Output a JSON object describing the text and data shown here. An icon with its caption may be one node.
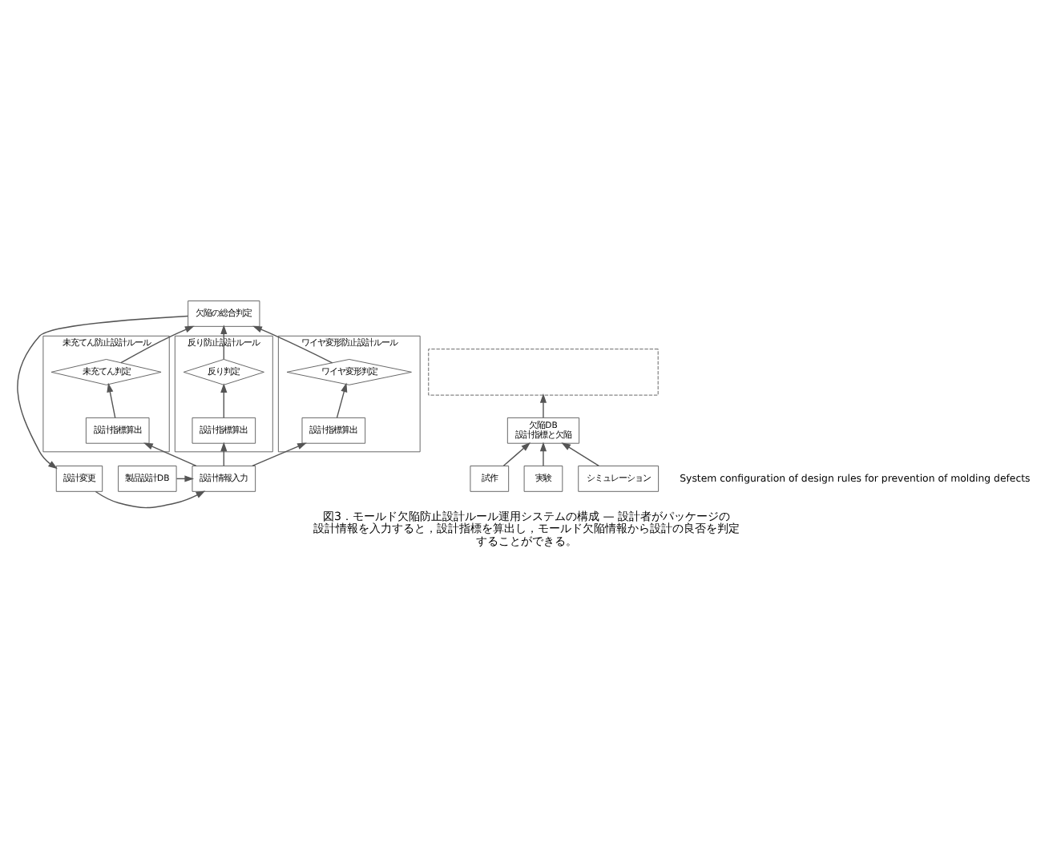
{
  "diagram": {
    "caption": "図3．モールド欠陥防止設計ルール運用システムの構成 — 設計者がパッケージの設計情報を入力すると，設計指標を算出し，モールド欠陥情報から設計の良否を判定することができる。",
    "nodes": [
      {
        "text": [
          "欠陥の総合判定"
        ]
      },
      {
        "text": [
          "未充てん防止設計ルール"
        ]
      },
      {
        "text": [
          "未充てん判定"
        ],
        "in": 1
      },
      {
        "text": [
          "設計指標算出"
        ],
        "in": 1
      },
      {
        "text": [
          "反り防止設計ルール"
        ]
      },
      {
        "text": [
          "反り判定"
        ],
        "in": 4
      },
      {
        "text": [
          "設計指標算出"
        ],
        "in": 4
      },
      {
        "text": [
          "ワイヤ変形防止設計ルール"
        ]
      },
      {
        "text": [
          "ワイヤ変形判定"
        ],
        "in": 7
      },
      {
        "text": [
          "設計指標算出"
        ],
        "in": 7
      },
      {
        "text": [],
        "shape": "box"
      },
      {
        "text": [
          "欠陥DB",
          "設計指標と欠陥"
        ]
      },
      {
        "text": [
          "試作"
        ]
      },
      {
        "text": [
          "実験"
        ]
      },
      {
        "text": [
          "シミュレーション"
        ]
      },
      {
        "text": [
          "設計変更"
        ]
      },
      {
        "text": [
          "設計情報入力"
        ]
      },
      {
        "text": [
          "製品設計DB"
        ]
      }
    ],
    "edges": [
      {
        "from": 2,
        "to": 0,
        "arrow": "to"
      },
      {
        "from": 5,
        "to": 0,
        "arrow": "to"
      },
      {
        "from": 8,
        "to": 0,
        "arrow": "to"
      },
      {
        "from": 3,
        "to": 2,
        "arrow": "to"
      },
      {
        "from": 6,
        "to": 5,
        "arrow": "to"
      },
      {
        "from": 9,
        "to": 8,
        "arrow": "to"
      },
      {
        "from": 16,
        "to": 3,
        "arrow": "to"
      },
      {
        "from": 16,
        "to": 6,
        "arrow": "to"
      },
      {
        "from": 16,
        "to": 9,
        "arrow": "to"
      },
      {
        "from": 17,
        "to": 16,
        "arrow": "to"
      },
      {
        "from": 15,
        "to": 16,
        "arrow": "to"
      },
      {
        "from": 0,
        "to": 15,
        "arrow": "to"
      },
      {
        "from": 11,
        "to": 10,
        "arrow": "to"
      },
      {
        "from": 12,
        "to": 11,
        "arrow": "to"
      },
      {
        "from": 13,
        "to": 11,
        "arrow": "to"
      },
      {
        "from": 14,
        "to": 11,
        "arrow": "to"
      }
    ],
    "labels": [
      "System configuration of design rules for prevention of molding defects"
    ]
  }
}
